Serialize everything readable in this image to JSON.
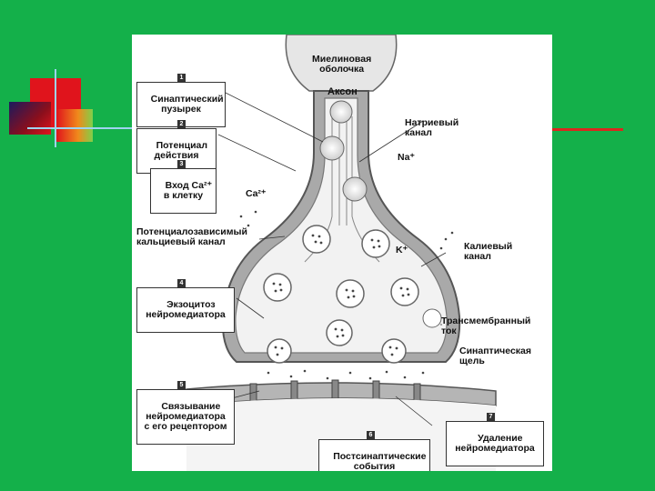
{
  "labels": {
    "myelin": "Миелиновая\nоболочка",
    "axon": "Аксон",
    "sodium_channel": "Натриевый\nканал",
    "na": "Na⁺",
    "ca": "Ca²⁺",
    "k": "K⁺",
    "potassium_channel": "Калиевый\nканал",
    "voltage_ca_channel": "Потенциалозависимый\nкальциевый канал",
    "transmembrane_current": "Трансмембранный\nток",
    "synaptic_cleft": "Синаптическая\nщель"
  },
  "steps": [
    {
      "num": "1",
      "text": "Синаптический\nпузырек"
    },
    {
      "num": "2",
      "text": "Потенциал\nдействия"
    },
    {
      "num": "3",
      "text": "Вход Ca²⁺\nв клетку"
    },
    {
      "num": "4",
      "text": "Экзоцитоз\nнейромедиатора"
    },
    {
      "num": "5",
      "text": "Связывание\nнейромедиатора\nс его рецептором"
    },
    {
      "num": "6",
      "text": "Постсинаптические\nсобытия"
    },
    {
      "num": "7",
      "text": "Удаление\nнейромедиатора"
    }
  ],
  "colors": {
    "background": "#14b04a",
    "red_square": "#e0141c",
    "dark_red": "#8b0f1c",
    "navy": "#1a1a5e",
    "line_light": "#9fd4f0",
    "line_red": "#d9281e",
    "membrane": "#8c8c8c"
  }
}
